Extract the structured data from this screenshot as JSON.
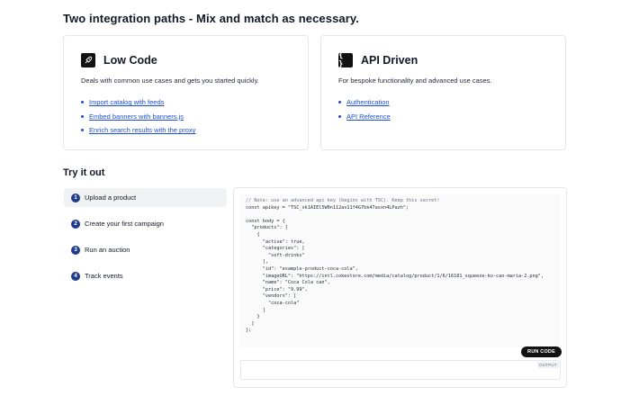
{
  "header": {
    "title": "Two integration paths - Mix and match as necessary."
  },
  "cards": {
    "low_code": {
      "icon": "rocket-icon",
      "title": "Low Code",
      "description": "Deals with common use cases and gets you started quickly.",
      "links": [
        "Import catalog with feeds",
        "Embed banners with banners.js",
        "Enrich search results with the proxy"
      ]
    },
    "api_driven": {
      "icon": "braces-icon",
      "icon_glyph": "{ }",
      "title": "API Driven",
      "description": "For bespoke functionality and advanced use cases.",
      "links": [
        "Authentication",
        "API Reference"
      ]
    }
  },
  "try_it": {
    "title": "Try it out",
    "steps": [
      {
        "num": "1",
        "label": "Upload a product",
        "active": true
      },
      {
        "num": "2",
        "label": "Create your first campaign",
        "active": false
      },
      {
        "num": "3",
        "label": "Run an auction",
        "active": false
      },
      {
        "num": "4",
        "label": "Track events",
        "active": false
      }
    ]
  },
  "code": {
    "lines": [
      "// Note: use an advanced api key (begins with TSC). Keep this secret!",
      "const apikey = \"TSC_xk1AIEl5W0n112as11f4G7bk47asxn4LPazh\";",
      "",
      "const body = {",
      "  \"products\": [",
      "    {",
      "      \"active\": true,",
      "      \"categories\": [",
      "        \"soft-drinks\"",
      "      ],",
      "      \"id\": \"example-product-coca-cola\",",
      "      \"imageURL\": \"https://intl.cokestore.com/media/catalog/product/1/6/16181_squeeze-ko-can-maria-2.png\",",
      "      \"name\": \"Coca Cola can\",",
      "      \"price\": \"9.99\",",
      "      \"vendors\": [",
      "        \"coca-cola\"",
      "      ]",
      "    }",
      "  ]",
      "};"
    ],
    "run_label": "RUN CODE",
    "output_label": "OUTPUT"
  },
  "colors": {
    "link": "#1d4ed8",
    "step_badge": "#1e3a8a",
    "button": "#111111"
  }
}
